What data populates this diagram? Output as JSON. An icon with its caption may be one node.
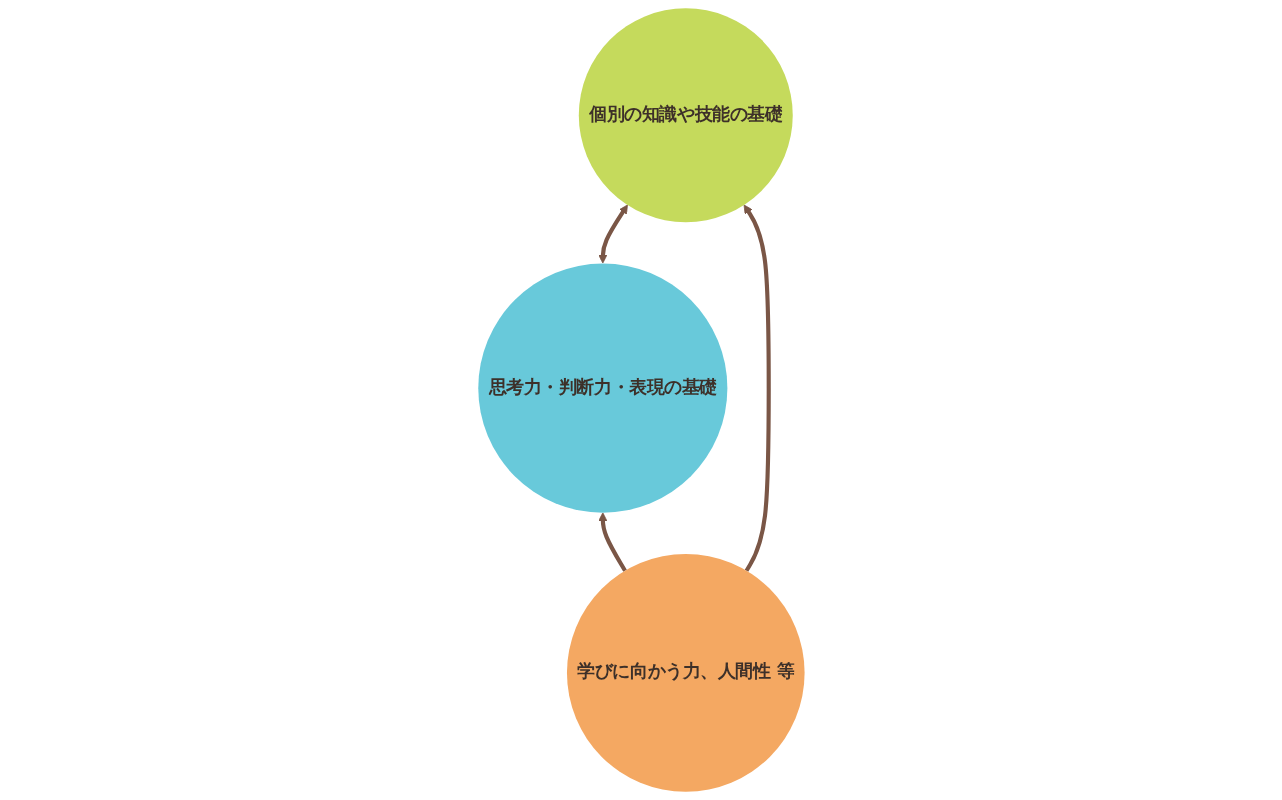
{
  "diagram": {
    "nodes": [
      {
        "text": [
          "個別の知識や技能の基礎"
        ]
      },
      {
        "text": [
          "思考力・判断力・表現の基礎"
        ]
      },
      {
        "text": [
          "学びに向かう力、人間性 等"
        ]
      }
    ],
    "edges": [
      {
        "from": 0,
        "to": 1,
        "arrow": "both"
      },
      {
        "from": 2,
        "to": 0,
        "arrow": "to"
      },
      {
        "from": 2,
        "to": 1,
        "arrow": "to"
      }
    ]
  }
}
